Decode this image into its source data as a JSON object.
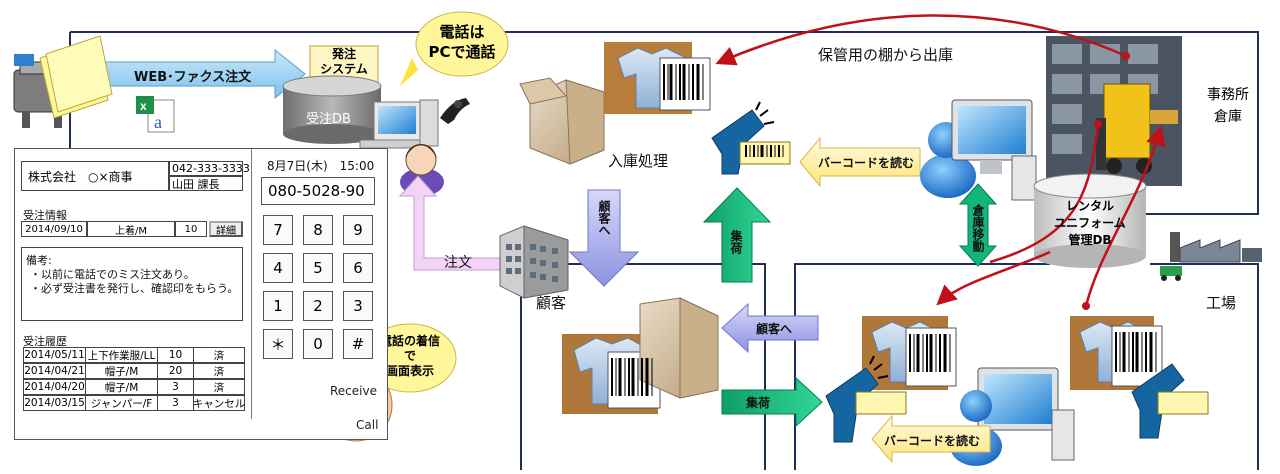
{
  "labels": {
    "web_fax_order": "WEB･ファクス注文",
    "order_system": "発注\nシステム",
    "order_db": "受注DB",
    "phone_via_pc": "電話は\nPCで通話",
    "ship_from_shelf": "保管用の棚から出庫",
    "office_warehouse": "事務所\n倉庫",
    "receiving": "入庫処理",
    "read_barcode_top": "バーコードを読む",
    "rental_db": "レンタル\nユニフォーム\n管理DB",
    "warehouse_move": "倉庫移動",
    "to_customer_down": "顧客へ",
    "collect_up": "集荷",
    "order_label": "注文",
    "customer": "顧客",
    "factory": "工場",
    "to_customer_left": "顧客へ",
    "collect_right": "集荷",
    "read_barcode_bottom": "バーコードを読む",
    "call_notice": "電話の着信\nで\n画面表示"
  },
  "panel": {
    "company": "株式会社　○×商事",
    "phone_small": "042-333-3333",
    "person": "山田 課長",
    "datetime": "8月7日(木)　15:00",
    "dial_number": "080-5028-90",
    "order_info_label": "受注情報",
    "order_date": "2014/09/10",
    "order_item": "上着/M",
    "order_qty": "10",
    "detail_button": "詳細",
    "notes_label": "備考:",
    "notes_line1": "・以前に電話でのミス注文あり。",
    "notes_line2": "・必ず受注書を発行し、確認印をもらう。",
    "history_label": "受注履歴",
    "history": [
      [
        "2014/05/11",
        "上下作業服/LL",
        "10",
        "済"
      ],
      [
        "2014/04/21",
        "帽子/M",
        "20",
        "済"
      ],
      [
        "2014/04/20",
        "帽子/M",
        "3",
        "済"
      ],
      [
        "2014/03/15",
        "ジャンパー/F",
        "3",
        "キャンセル"
      ]
    ],
    "keys": [
      "7",
      "8",
      "9",
      "4",
      "5",
      "6",
      "1",
      "2",
      "3",
      "＊",
      "0",
      "#"
    ],
    "receive": "Receive",
    "call": "Call"
  },
  "colors": {
    "frame": "#1f2d5a",
    "arrow_blue": "#9fd2f0",
    "arrow_green": "#12b77a",
    "arrow_purple": "#9aa0e8",
    "arrow_pink": "#f2d2f5",
    "arrow_yellow": "#fff2a8",
    "red_curve": "#c0101a",
    "callout_yellow": "#fff79a"
  }
}
